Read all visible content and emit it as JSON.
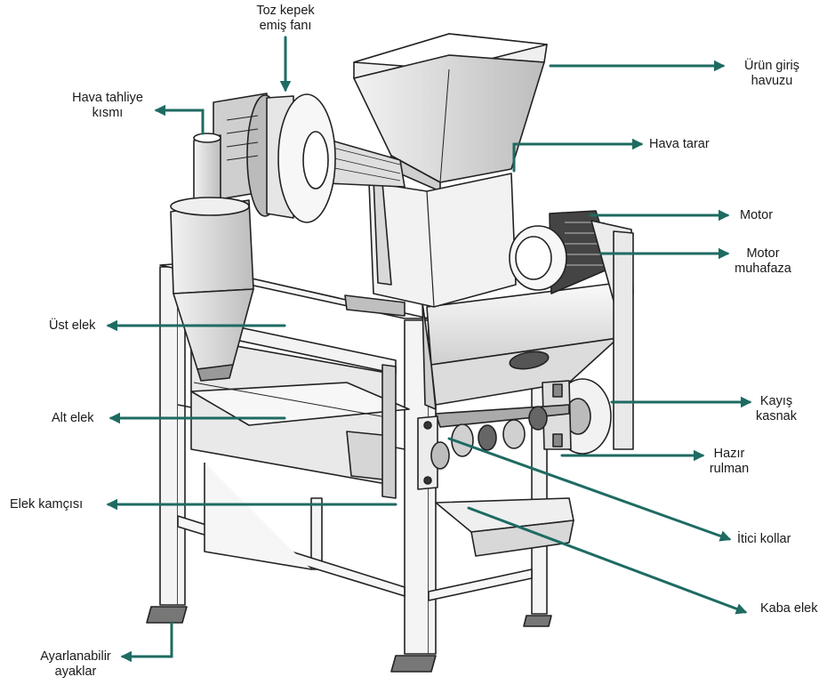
{
  "labels": {
    "toz_kepek_line1": "Toz kepek",
    "toz_kepek_line2": "emiş fanı",
    "hava_tahliye_line1": "Hava tahliye",
    "hava_tahliye_line2": "kısmı",
    "urun_giris_line1": "Ürün giriş",
    "urun_giris_line2": "havuzu",
    "hava_tarar": "Hava tarar",
    "motor": "Motor",
    "motor_muhafaza_line1": "Motor",
    "motor_muhafaza_line2": "muhafaza",
    "ust_elek": "Üst elek",
    "alt_elek": "Alt elek",
    "kayis_kasnak_line1": "Kayış",
    "kayis_kasnak_line2": "kasnak",
    "hazir_rulman_line1": "Hazır",
    "hazir_rulman_line2": "rulman",
    "elek_kamcisi": "Elek kamçısı",
    "itici_kollar": "İtici kollar",
    "kaba_elek": "Kaba elek",
    "ayarlanabilir_line1": "Ayarlanabilir",
    "ayarlanabilir_line2": "ayaklar"
  },
  "colors": {
    "arrow": "#1e6b62",
    "outline": "#222222",
    "shade": "#c8c8c8",
    "light_shade": "#e6e6e6"
  }
}
